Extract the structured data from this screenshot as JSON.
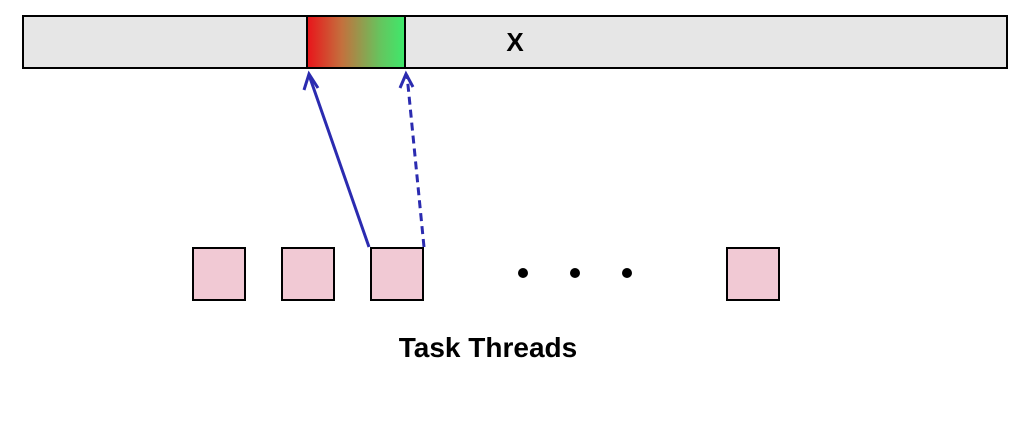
{
  "array": {
    "label": "X",
    "background_color": "#e6e6e6",
    "chunk_gradient": [
      "#e8161b",
      "#3fe86b"
    ]
  },
  "tasks": {
    "count_visible": 4,
    "box_color": "#f1c9d4",
    "ellipsis": "• • •"
  },
  "caption": "Task Threads",
  "arrows": [
    {
      "style": "solid",
      "color": "#2b2bb0",
      "from": "task-3",
      "to": "chunk-start"
    },
    {
      "style": "dashed",
      "color": "#2b2bb0",
      "from": "task-3",
      "to": "chunk-end"
    }
  ]
}
